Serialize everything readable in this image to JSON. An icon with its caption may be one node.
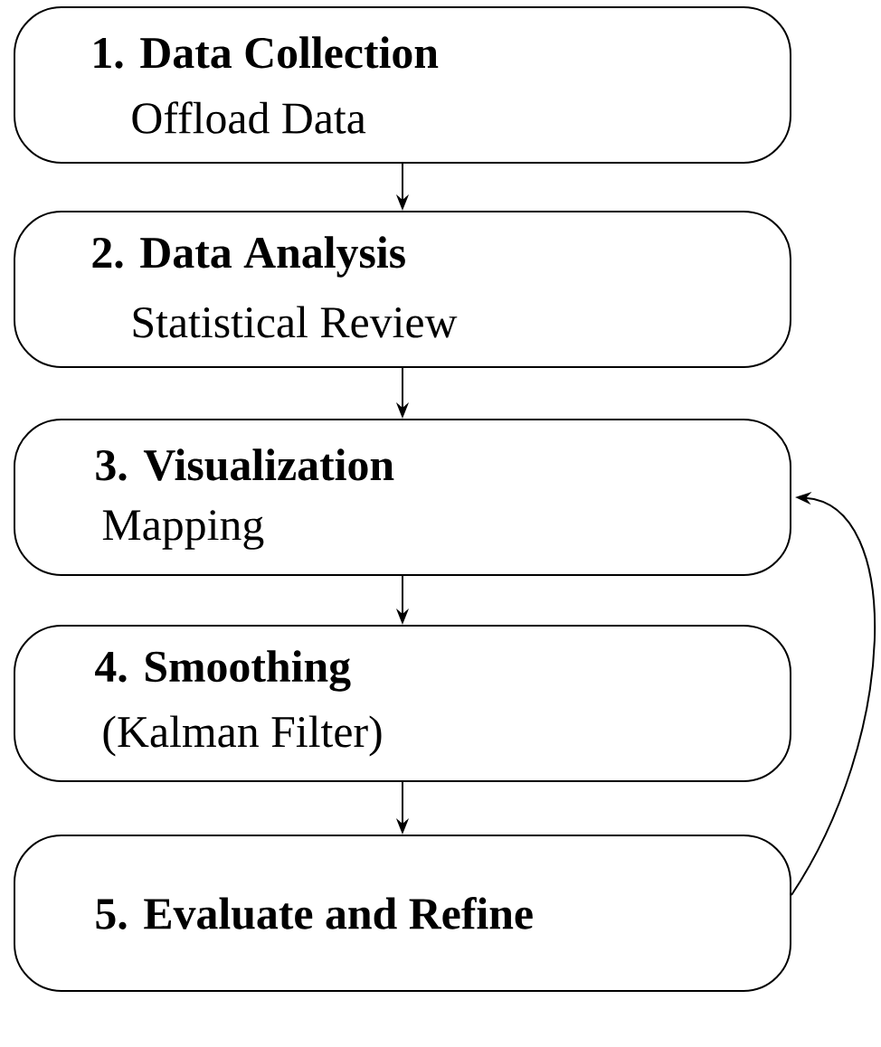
{
  "diagram": {
    "nodes": [
      {
        "text": [
          "1. Data Collection",
          "Offload Data"
        ]
      },
      {
        "text": [
          "2. Data Analysis",
          "Statistical Review"
        ]
      },
      {
        "text": [
          "3. Visualization",
          "Mapping"
        ]
      },
      {
        "text": [
          "4. Smoothing",
          "(Kalman Filter)"
        ]
      },
      {
        "text": [
          "5. Evaluate and Refine"
        ]
      }
    ],
    "edges": [
      {
        "from": 0,
        "to": 1,
        "arrow": "to"
      },
      {
        "from": 1,
        "to": 2,
        "arrow": "to"
      },
      {
        "from": 2,
        "to": 3,
        "arrow": "to"
      },
      {
        "from": 3,
        "to": 4,
        "arrow": "to"
      },
      {
        "from": 4,
        "to": 2,
        "arrow": "to"
      }
    ]
  }
}
